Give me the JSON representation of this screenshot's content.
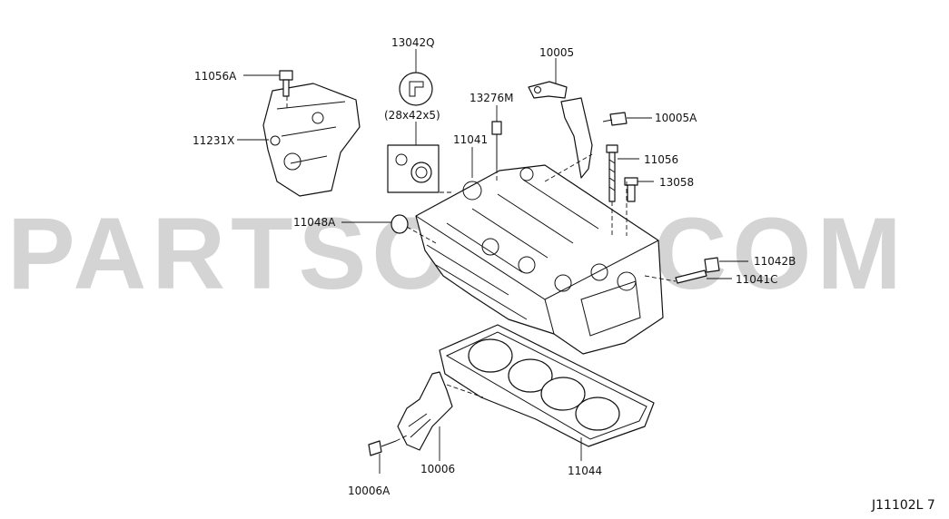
{
  "watermark": "PARTSOUQ.COM",
  "reference_code": "J11102L 7",
  "seal_size": "(28x42x5)",
  "labels": {
    "p13042Q": "13042Q",
    "p10005": "10005",
    "p11056A": "11056A",
    "p13276M": "13276M",
    "p10005A": "10005A",
    "p11231X": "11231X",
    "p11041": "11041",
    "p11056": "11056",
    "p13058": "13058",
    "p11048A": "11048A",
    "p11042B": "11042B",
    "p11041C": "11041C",
    "p10006A": "10006A",
    "p10006": "10006",
    "p11044": "11044"
  }
}
